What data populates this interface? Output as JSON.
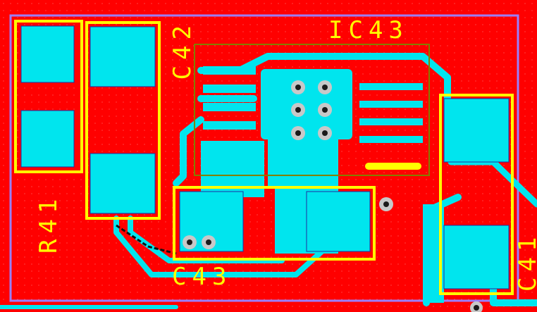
{
  "colors": {
    "board": "#ff0000",
    "copper": "#00e5ee",
    "copper_outline": "#1f2fa0",
    "silkscreen": "#ffff00",
    "ic_outline": "#808000",
    "board_outline": "#9a7fff",
    "via": "#c8c8c8",
    "via_hole": "#1a1a1a"
  },
  "designators": {
    "ic": "IC43",
    "cap_top": "C42",
    "cap_bottom": "C43",
    "cap_right": "C41",
    "resistor": "R41"
  }
}
